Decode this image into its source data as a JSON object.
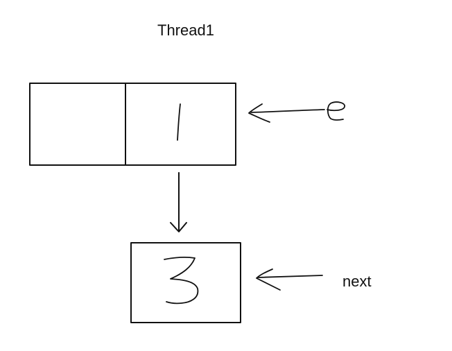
{
  "title": "Thread1",
  "node_top": {
    "right_value": "1",
    "pointer_label": "e"
  },
  "node_bottom": {
    "value": "3",
    "pointer_label": "next"
  },
  "colors": {
    "stroke": "#111111",
    "background": "#ffffff"
  }
}
